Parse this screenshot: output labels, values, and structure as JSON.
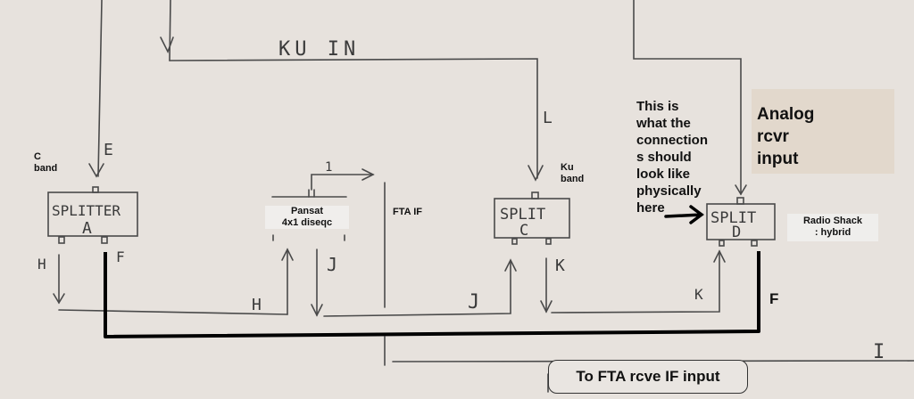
{
  "handwritten": {
    "ku_in": "KU IN",
    "e": "E",
    "l": "L",
    "one": "1",
    "h_left": "H",
    "f_left": "F",
    "h_mid": "H",
    "j_mid": "J",
    "j_low": "J",
    "k_mid": "K",
    "k_right": "K",
    "i_right": "I"
  },
  "splitters": {
    "a_top": "SPLITTER",
    "a_bottom": "A",
    "c_top": "SPLIT",
    "c_bottom": "C",
    "d_top": "SPLIT",
    "d_bottom": "D"
  },
  "labels": {
    "c_band_1": "C",
    "c_band_2": "band",
    "pansat_1": "Pansat",
    "pansat_2": "4x1 diseqc",
    "fta_if": "FTA IF",
    "ku_band_1": "Ku",
    "ku_band_2": "band",
    "note_1": "This is",
    "note_2": "what the",
    "note_3": "connection",
    "note_4": "s should",
    "note_5": "look like",
    "note_6": "physically",
    "note_7": "here",
    "analog_1": "Analog",
    "analog_2": "rcvr",
    "analog_3": "input",
    "radio_1": "Radio Shack",
    "radio_2": ": hybrid",
    "f_bold": "F",
    "fta_input": "To FTA rcve IF input"
  },
  "colors": {
    "paper": "#e7e2dd",
    "pencil": "#4a4a4a",
    "marker": "#000000"
  }
}
